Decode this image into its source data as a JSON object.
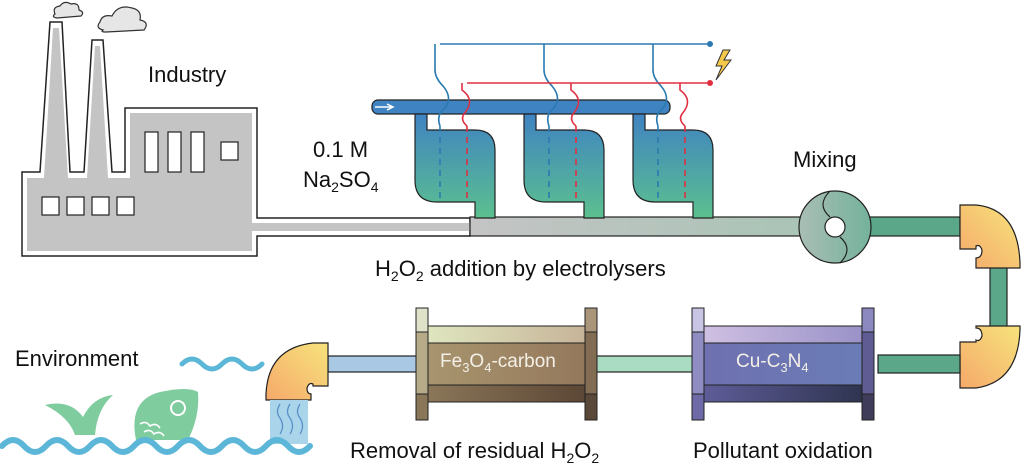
{
  "labels": {
    "industry": "Industry",
    "electrolyte_conc": "0.1 M",
    "electrolyte_a": "Na",
    "electrolyte_a_sub": "2",
    "electrolyte_b": "SO",
    "electrolyte_b_sub": "4",
    "mixing": "Mixing",
    "h2o2_addition_a": "H",
    "h2o2_addition_sub1": "2",
    "h2o2_addition_b": "O",
    "h2o2_addition_sub2": "2",
    "h2o2_addition_c": " addition by electrolysers",
    "environment": "Environment",
    "removal_a": "Removal of residual H",
    "removal_sub1": "2",
    "removal_b": "O",
    "removal_sub2": "2",
    "pollutant": "Pollutant oxidation"
  },
  "columns": {
    "fe3o4": {
      "a": "Fe",
      "s1": "3",
      "b": "O",
      "s2": "4",
      "c": "-carbon"
    },
    "cucn": {
      "a": "Cu-C",
      "s1": "3",
      "b": "N",
      "s2": "4"
    }
  },
  "colors": {
    "wire_cathode": "#2a7ab0",
    "wire_anode": "#e03040",
    "factory": "#c4c4c4",
    "mixer": "#7fb4a4",
    "pipe_green": "#5aa889",
    "elbow_a": "#f5a96a",
    "elbow_b": "#f7df7a",
    "outlet_pipe": "#a8c8e4",
    "water": "#5bb6d8",
    "fish": "#7fcc9f",
    "bolt": "#f5c84a"
  },
  "electrolyser_count": 3
}
